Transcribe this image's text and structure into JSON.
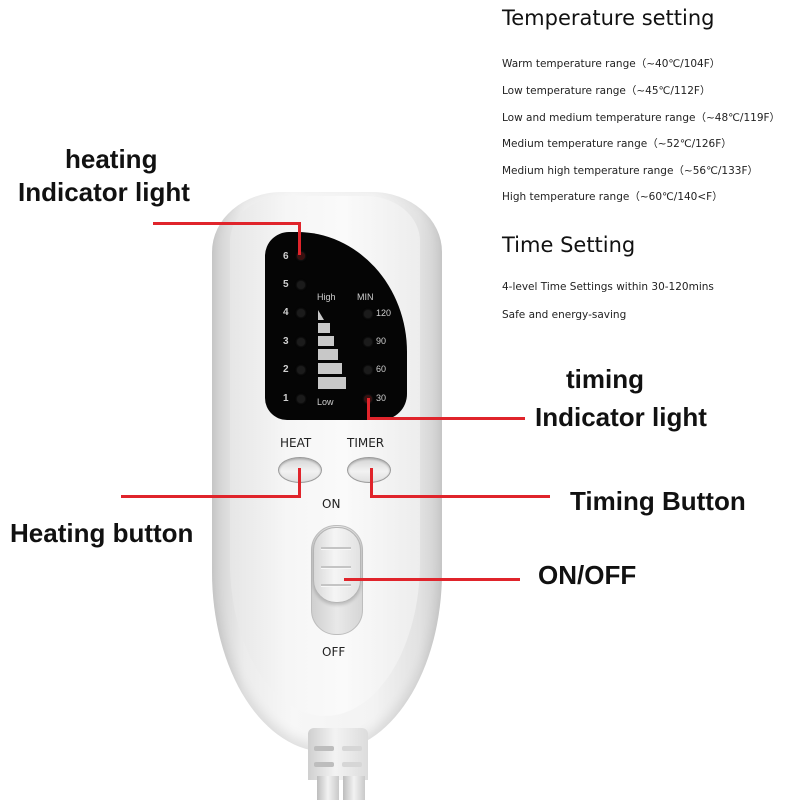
{
  "temperature_setting": {
    "title": "Temperature setting",
    "items": [
      "Warm temperature range（~40℃/104F）",
      "Low temperature range（~45℃/112F）",
      "Low and medium temperature range（~48℃/119F）",
      "Medium temperature range（~52℃/126F）",
      "Medium high temperature range（~56℃/133F）",
      "High temperature range（~60℃/140<F）"
    ]
  },
  "time_setting": {
    "title": "Time Setting",
    "items": [
      "4-level Time Settings within 30-120mins",
      "Safe and energy-saving"
    ]
  },
  "callouts": {
    "heating_indicator_line1": "heating",
    "heating_indicator_line2": "Indicator light",
    "timing_indicator_line1": "timing",
    "timing_indicator_line2": "Indicator light",
    "timing_button": "Timing Button",
    "heating_button": "Heating button",
    "on_off": "ON/OFF"
  },
  "remote": {
    "heat_levels": [
      "6",
      "5",
      "4",
      "3",
      "2",
      "1"
    ],
    "high_label": "High",
    "low_label": "Low",
    "min_label": "MIN",
    "timer_values": [
      "120",
      "90",
      "60",
      "30"
    ],
    "heat_button_label": "HEAT",
    "timer_button_label": "TIMER",
    "on_label": "ON",
    "off_label": "OFF"
  },
  "colors": {
    "leader_line": "#e0242b",
    "display_bg": "#050505",
    "remote_body": "#f3f3f3"
  }
}
